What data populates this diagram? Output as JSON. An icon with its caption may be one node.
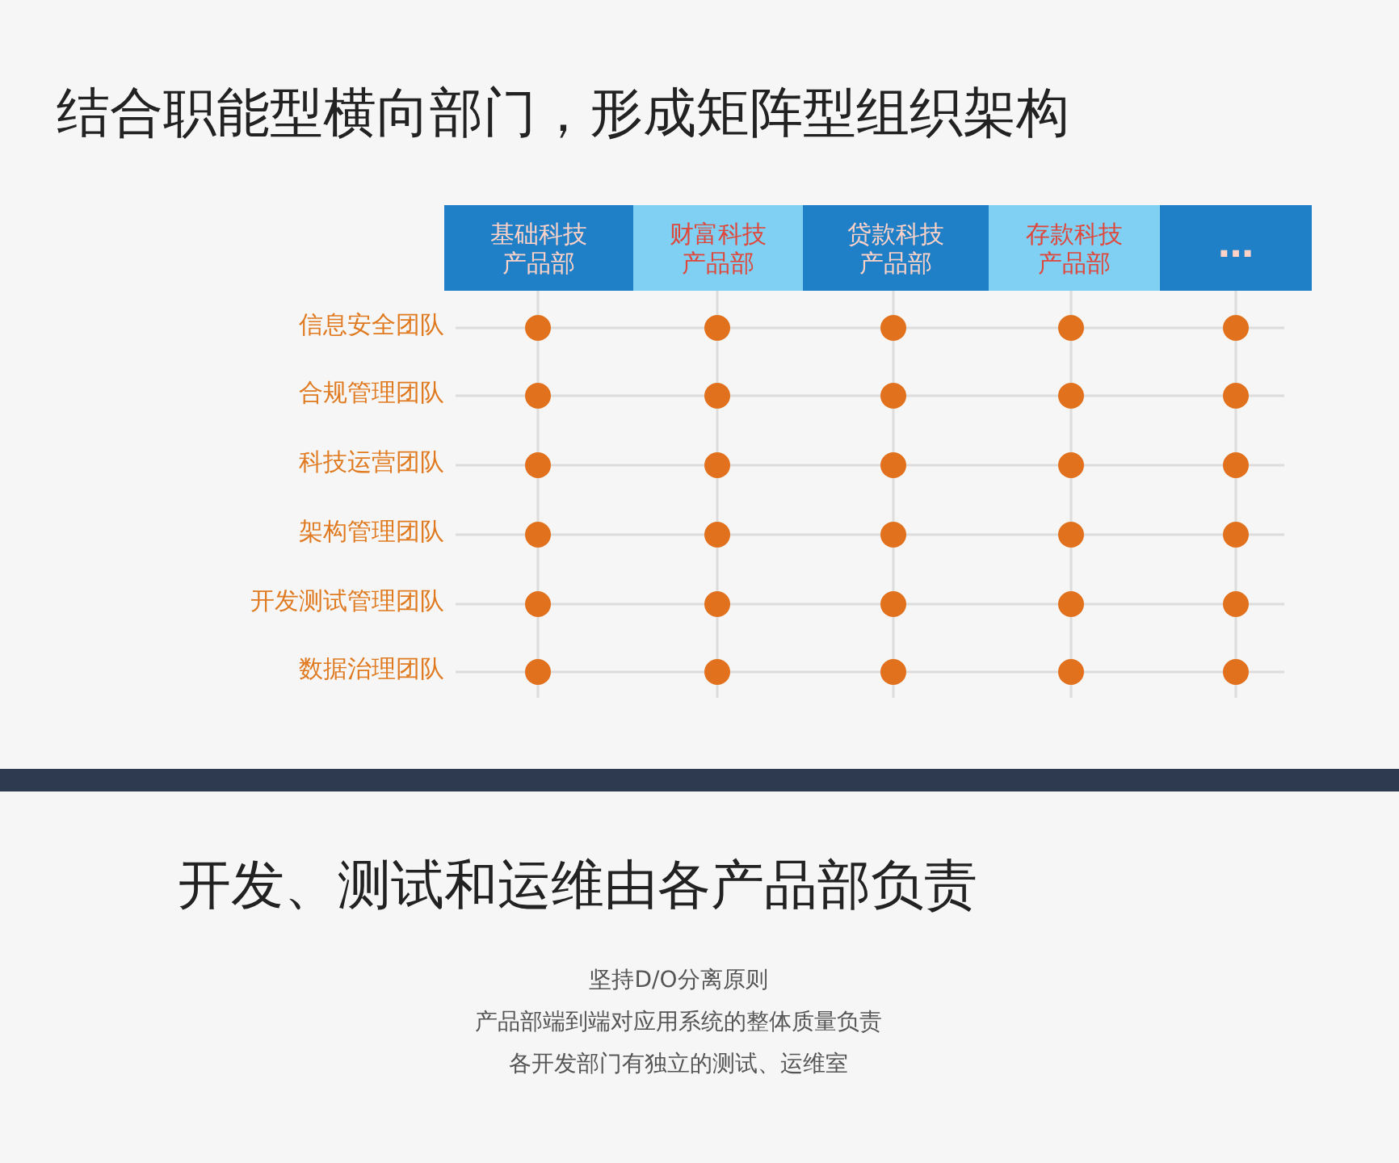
{
  "diagram": {
    "title": "结合职能型横向部门，形成矩阵型组织架构",
    "nodes": [
      {
        "text": [
          "基础科技产品部"
        ]
      },
      {
        "text": [
          "财富科技产品部"
        ]
      },
      {
        "text": [
          "贷款科技产品部"
        ]
      },
      {
        "text": [
          "存款科技产品部"
        ]
      },
      {
        "text": [
          "…"
        ]
      }
    ],
    "labels": [
      "信息安全团队",
      "合规管理团队",
      "科技运营团队",
      "架构管理团队",
      "开发测试管理团队",
      "数据治理团队",
      "开发、测试和运维由各产品部负责",
      "坚持D/O分离原则",
      "产品部端到端对应用系统的整体质量负责",
      "各开发部门有独立的测试、运维室"
    ]
  }
}
